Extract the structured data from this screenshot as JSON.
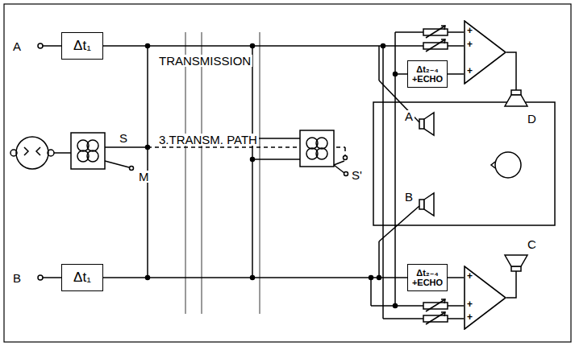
{
  "diagram": {
    "nodes": [
      {
        "text": [
          "Δt₁"
        ]
      },
      {
        "text": [
          "Δt₁"
        ]
      },
      {
        "text": [
          "Δt₂₋₄",
          "+ECHO"
        ]
      },
      {
        "text": [
          "+",
          "+",
          "+"
        ]
      },
      {
        "text": [
          "Δt₂₋₄",
          "+ECHO"
        ]
      },
      {
        "text": [
          "+",
          "+",
          "+"
        ]
      }
    ],
    "edges": [
      {
        "from": 2,
        "to": 3,
        "arrow": "none"
      },
      {
        "from": 4,
        "to": 5,
        "arrow": "none"
      }
    ],
    "labels": [
      "A",
      "B",
      "TRANSMISSION",
      "3.TRANSM. PATH",
      "S",
      "M",
      "S'",
      "A",
      "B",
      "D",
      "C"
    ]
  }
}
